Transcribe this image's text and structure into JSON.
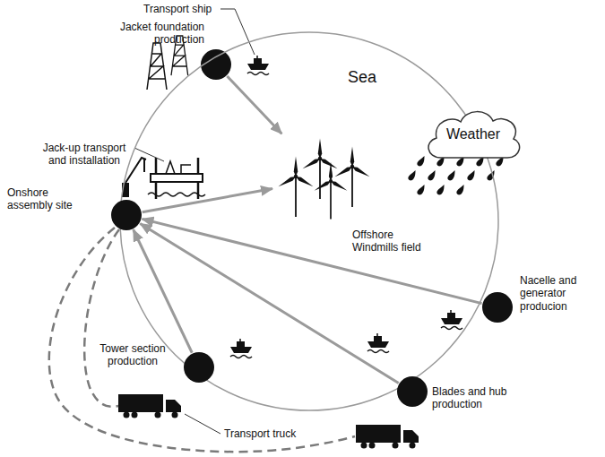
{
  "diagram": {
    "nodes": [
      {
        "text": [
          "Jacket foundation production"
        ]
      },
      {
        "text": [
          "Sea"
        ]
      },
      {
        "text": [
          "Weather"
        ],
        "in": 1
      },
      {
        "text": [
          "Offshore Windmills field"
        ],
        "in": 1
      },
      {
        "text": [
          "Onshore assembly site"
        ]
      },
      {
        "text": [
          "Nacelle and generator producion"
        ]
      },
      {
        "text": [
          "Tower section production"
        ]
      },
      {
        "text": [
          "Blades and hub production"
        ]
      }
    ],
    "edges": [
      {
        "from": 0,
        "to": 3,
        "arrow": "to"
      },
      {
        "from": 4,
        "to": 3,
        "arrow": "to"
      },
      {
        "from": 5,
        "to": 4,
        "arrow": "to"
      },
      {
        "from": 6,
        "to": 4,
        "arrow": "to"
      },
      {
        "from": 7,
        "to": 4,
        "arrow": "to"
      }
    ],
    "labels": [
      "Transport ship",
      "Jack-up transport and installation",
      "Transport truck"
    ]
  }
}
